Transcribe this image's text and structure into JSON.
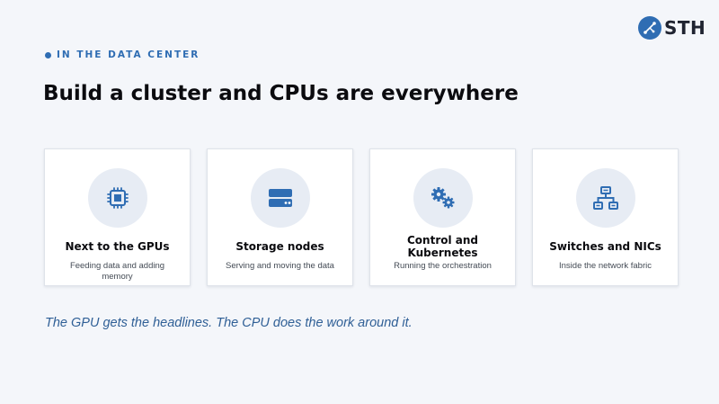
{
  "brand": {
    "logo_text": "STH",
    "accent": "#2f6db3"
  },
  "eyebrow": "IN THE DATA CENTER",
  "title": "Build a cluster and CPUs are everywhere",
  "cards": [
    {
      "icon": "cpu-chip-icon",
      "heading": "Next to the GPUs",
      "subtitle": "Feeding data and adding memory"
    },
    {
      "icon": "storage-drive-icon",
      "heading": "Storage nodes",
      "subtitle": "Serving and moving the data"
    },
    {
      "icon": "gears-icon",
      "heading": "Control and Kubernetes",
      "subtitle": "Running the orchestration"
    },
    {
      "icon": "network-icon",
      "heading": "Switches and NICs",
      "subtitle": "Inside the network fabric"
    }
  ],
  "tagline": "The GPU gets the headlines. The CPU does the work around it."
}
